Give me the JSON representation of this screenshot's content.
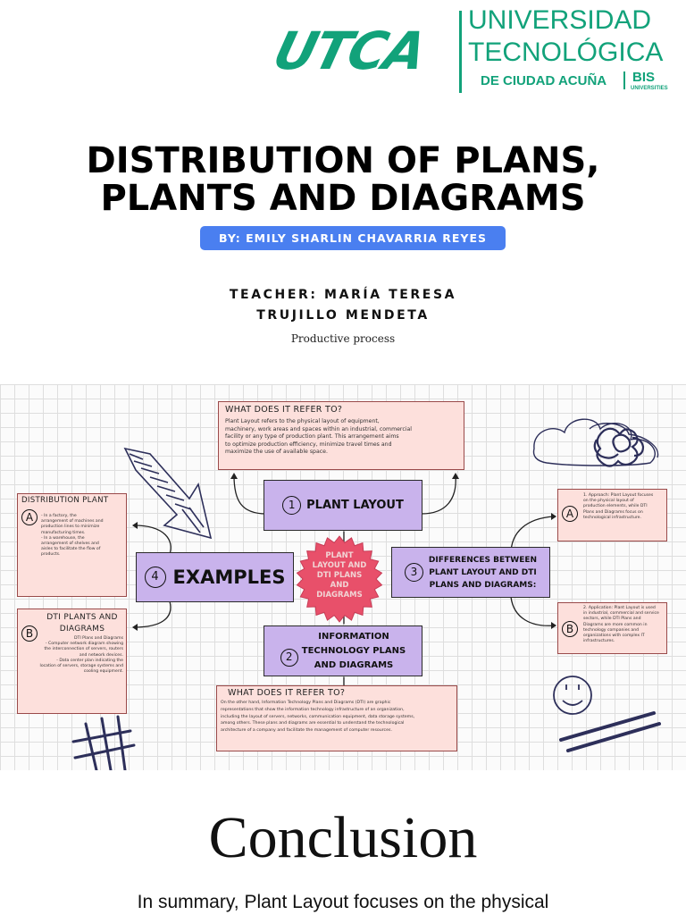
{
  "logo": {
    "mark": "UTCA",
    "line1": "UNIVERSIDAD",
    "line2": "TECNOLÓGICA",
    "line3": "DE CIUDAD ACUÑA",
    "partner": "BIS",
    "partner_sub": "UNIVERSITIES",
    "color": "#12a27a"
  },
  "title": {
    "line1": "DISTRIBUTION OF PLANS,",
    "line2": "PLANTS AND DIAGRAMS"
  },
  "author": "BY: EMILY SHARLIN CHAVARRIA REYES",
  "teacher": {
    "line1": "TEACHER: MARÍA TERESA",
    "line2": "TRUJILLO MENDETA"
  },
  "subject": "Productive process",
  "mindmap": {
    "center": {
      "label_lines": [
        "PLANT",
        "LAYOUT AND",
        "DTI PLANS",
        "AND",
        "DIAGRAMS"
      ],
      "color": "#e8506a"
    },
    "refer_top": {
      "title": "WHAT DOES IT REFER TO?",
      "text_lines": [
        "Plant Layout refers to the physical layout of equipment,",
        "machinery, work areas and spaces within an industrial, commercial",
        "facility or any type of production plant.  This arrangement aims",
        "to optimize production efficiency, minimize travel times and",
        "maximize the use of available space."
      ]
    },
    "node1": {
      "number": "1",
      "label": "PLANT LAYOUT"
    },
    "node2": {
      "number": "2",
      "label_lines": [
        "INFORMATION",
        "TECHNOLOGY PLANS",
        "AND DIAGRAMS"
      ]
    },
    "node3": {
      "number": "3",
      "label_lines": [
        "DIFFERENCES BETWEEN",
        "PLANT LAYOUT AND DTI",
        "PLANS AND DIAGRAMS:"
      ]
    },
    "node4": {
      "number": "4",
      "label": "EXAMPLES"
    },
    "distribution_plant": {
      "title": "DISTRIBUTION PLANT",
      "letter": "A",
      "text_lines": [
        "- In a factory, the",
        "arrangement of machines and",
        "production lines to minimize",
        "manufacturing times.",
        "- In a warehouse, the",
        "arrangement of shelves and",
        "aisles to facilitate the flow of",
        "products."
      ]
    },
    "dti_plants": {
      "title_lines": [
        "DTI PLANTS AND",
        "DIAGRAMS"
      ],
      "letter": "B",
      "text_lines": [
        "DTI Plans and Diagrams",
        "- Computer network diagram showing",
        "the interconnection of servers, routers",
        "and network devices.",
        "- Data center plan indicating the",
        "location of servers, storage systems and",
        "cooling equipment."
      ]
    },
    "diff_a": {
      "letter": "A",
      "text_lines": [
        "1. Approach: Plant Layout focuses",
        "on the physical layout of",
        "production elements, while DTI",
        "Plans and Diagrams focus on",
        "technological infrastructure."
      ]
    },
    "diff_b": {
      "letter": "B",
      "text_lines": [
        "2. Application: Plant Layout is used",
        "in industrial, commercial and service",
        "sectors, while DTI Plans and",
        "Diagrams are more common in",
        "technology companies and",
        "organizations with complex IT",
        "infrastructures."
      ]
    },
    "refer_bottom": {
      "title": "WHAT DOES IT REFER TO?",
      "text_lines": [
        "On the other hand, Information Technology Plans and Diagrams (DTI) are graphic",
        "representations that show the information technology infrastructure of an organization,",
        "including the layout of servers, networks, communication equipment, data storage systems,",
        "among others.  These plans and diagrams are essential to understand the technological",
        "architecture of a company and facilitate the management of computer resources."
      ]
    }
  },
  "conclusion": {
    "heading": "Conclusion",
    "text": "In summary, Plant Layout focuses on the physical"
  }
}
